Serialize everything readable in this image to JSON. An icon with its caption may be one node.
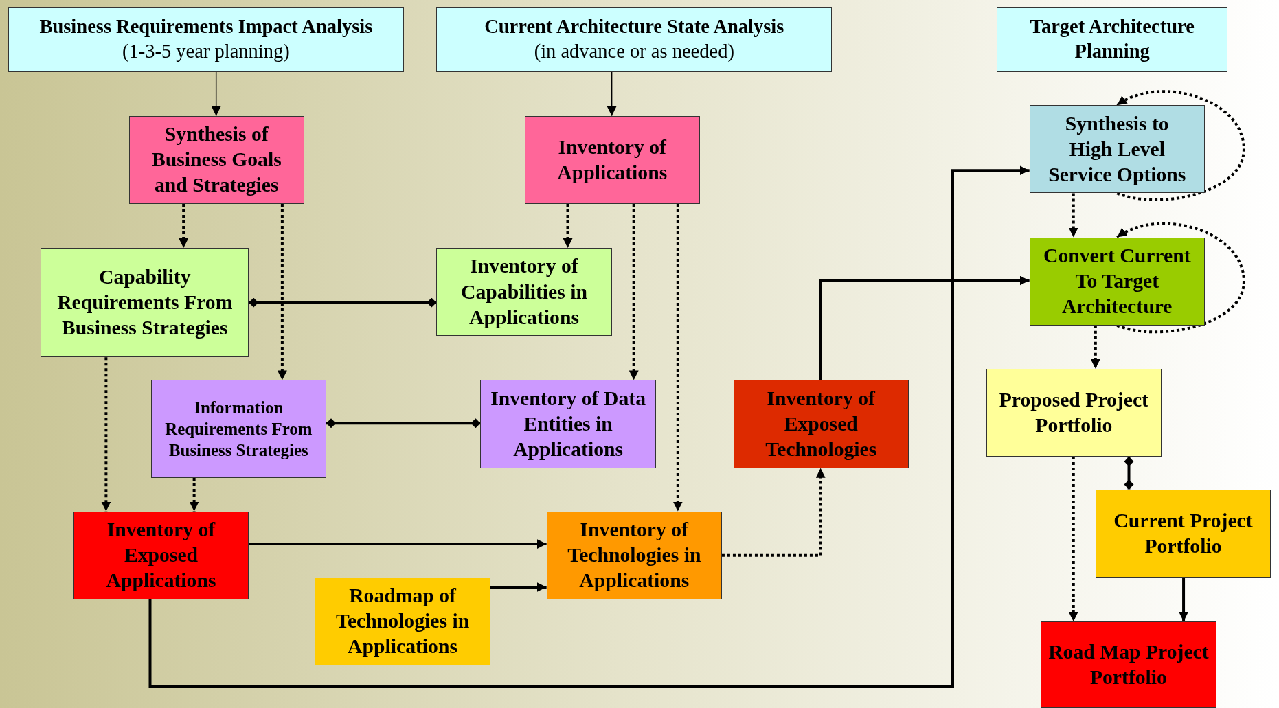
{
  "diagram": {
    "nodes": [
      {
        "text": [
          "Business Requirements Impact Analysis",
          "(1-3-5 year planning)"
        ]
      },
      {
        "text": [
          "Current Architecture State Analysis",
          "(in advance or as needed)"
        ]
      },
      {
        "text": [
          "Target Architecture Planning"
        ]
      },
      {
        "text": [
          "Synthesis of Business Goals and Strategies"
        ]
      },
      {
        "text": [
          "Inventory of Applications"
        ]
      },
      {
        "text": [
          "Capability Requirements From Business Strategies"
        ]
      },
      {
        "text": [
          "Inventory of Capabilities in Applications"
        ]
      },
      {
        "text": [
          "Information Requirements From Business Strategies"
        ]
      },
      {
        "text": [
          "Inventory of Data Entities in Applications"
        ]
      },
      {
        "text": [
          "Inventory of Exposed Technologies"
        ]
      },
      {
        "text": [
          "Inventory of Exposed Applications"
        ]
      },
      {
        "text": [
          "Inventory of Technologies in Applications"
        ]
      },
      {
        "text": [
          "Roadmap of Technologies in Applications"
        ]
      },
      {
        "text": [
          "Synthesis to High Level Service Options"
        ]
      },
      {
        "text": [
          "Convert Current To Target Architecture"
        ]
      },
      {
        "text": [
          "Proposed Project Portfolio"
        ]
      },
      {
        "text": [
          "Current Project Portfolio"
        ]
      },
      {
        "text": [
          "Road Map Project Portfolio"
        ]
      }
    ],
    "edges": [
      {
        "from": 0,
        "to": 3,
        "arrow": "to"
      },
      {
        "from": 1,
        "to": 4,
        "arrow": "to"
      },
      {
        "from": 3,
        "to": 5,
        "arrow": "to",
        "style": "dashed"
      },
      {
        "from": 3,
        "to": 7,
        "arrow": "to",
        "style": "dashed"
      },
      {
        "from": 4,
        "to": 6,
        "arrow": "to",
        "style": "dashed"
      },
      {
        "from": 4,
        "to": 8,
        "arrow": "to",
        "style": "dashed"
      },
      {
        "from": 4,
        "to": 11,
        "arrow": "to",
        "style": "dashed"
      },
      {
        "from": 5,
        "to": 6,
        "arrow": "other"
      },
      {
        "from": 7,
        "to": 8,
        "arrow": "other"
      },
      {
        "from": 5,
        "to": 10,
        "arrow": "to",
        "style": "dashed"
      },
      {
        "from": 7,
        "to": 10,
        "arrow": "to",
        "style": "dashed"
      },
      {
        "from": 10,
        "to": 11,
        "arrow": "to"
      },
      {
        "from": 12,
        "to": 11,
        "arrow": "to"
      },
      {
        "from": 11,
        "to": 9,
        "arrow": "to",
        "style": "dashed"
      },
      {
        "from": 9,
        "to": 14,
        "arrow": "to"
      },
      {
        "from": 10,
        "to": 13,
        "arrow": "to"
      },
      {
        "from": 13,
        "to": 13,
        "arrow": "to",
        "style": "dashed"
      },
      {
        "from": 13,
        "to": 14,
        "arrow": "to",
        "style": "dashed"
      },
      {
        "from": 14,
        "to": 14,
        "arrow": "to",
        "style": "dashed"
      },
      {
        "from": 14,
        "to": 15,
        "arrow": "to",
        "style": "dashed"
      },
      {
        "from": 15,
        "to": 16,
        "arrow": "other"
      },
      {
        "from": 15,
        "to": 17,
        "arrow": "to",
        "style": "dashed"
      },
      {
        "from": 16,
        "to": 17,
        "arrow": "to"
      }
    ]
  }
}
